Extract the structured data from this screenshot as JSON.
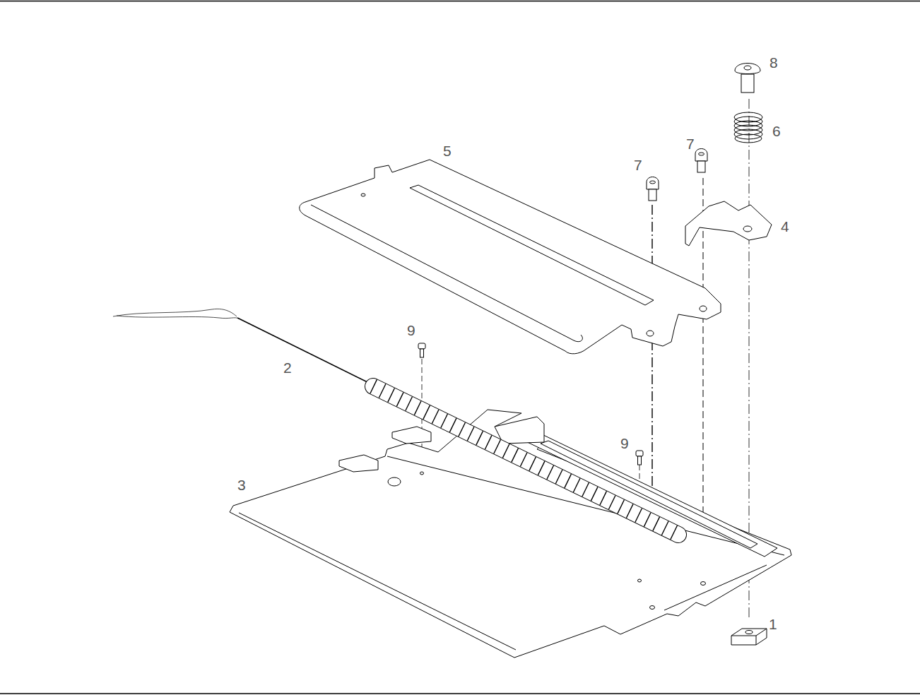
{
  "diagram": {
    "labels": [
      "8",
      "6",
      "7",
      "5",
      "7",
      "4",
      "9",
      "2",
      "9",
      "3",
      "1"
    ]
  }
}
